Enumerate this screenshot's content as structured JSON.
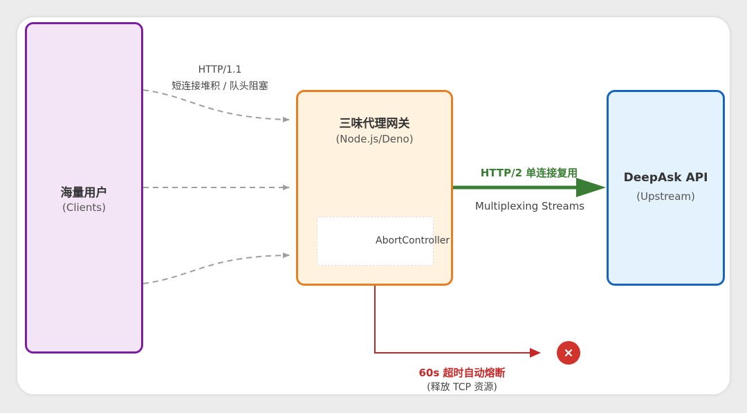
{
  "clients": {
    "title": "海量用户",
    "subtitle": "(Clients)"
  },
  "gateway": {
    "title": "三味代理网关",
    "subtitle": "(Node.js/Deno)",
    "abort_label": "AbortController"
  },
  "api": {
    "title": "DeepAsk API",
    "subtitle": "(Upstream)"
  },
  "edges": {
    "client_to_gateway": {
      "protocol": "HTTP/1.1",
      "note": "短连接堆积 / 队头阻塞"
    },
    "gateway_to_api": {
      "protocol": "HTTP/2 单连接复用",
      "note": "Multiplexing Streams"
    },
    "timeout": {
      "title": "60s 超时自动熔断",
      "note": "(释放 TCP 资源)",
      "end_icon": "close-icon"
    }
  },
  "colors": {
    "clients_fill": "#f3e5f5",
    "clients_border": "#7b1fa2",
    "gateway_fill": "#fff3e0",
    "gateway_border": "#e67e22",
    "api_fill": "#e3f2fd",
    "api_border": "#1565c0",
    "http2_arrow": "#3a7d34",
    "timeout_line": "#c62828",
    "dashed_arrow": "#9e9e9e"
  }
}
